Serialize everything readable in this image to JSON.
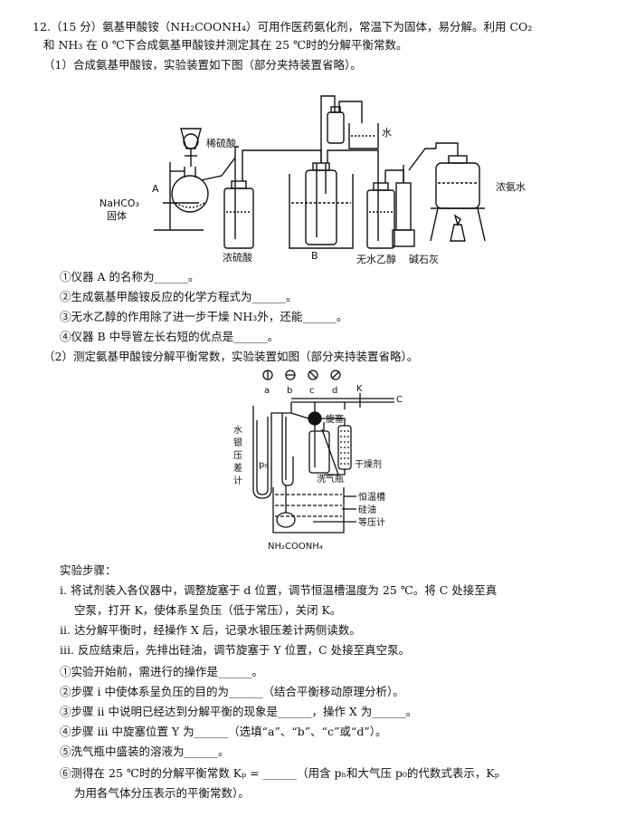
{
  "q_intro_1": "12.（15 分）氨基甲酸铵（NH₂COONH₄）可用作医药氨化剂，常温下为固体，易分解。利用 CO₂",
  "q_intro_2": "和 NH₃ 在 0 ℃下合成氨基甲酸铵并测定其在 25 ℃时的分解平衡常数。",
  "part1_title": "（1）合成氨基甲酸铵，实验装置如下图（部分夹持装置省略）。",
  "fig1": {
    "label_dilute_acid": "稀硫酸",
    "label_water": "水",
    "label_conc_ammonia": "浓氨水",
    "label_A": "A",
    "label_nahco3_1": "NaHCO₃",
    "label_nahco3_2": "固体",
    "label_conc_h2so4": "浓硫酸",
    "label_B": "B",
    "label_ethanol": "无水乙醇",
    "label_sodalime": "碱石灰"
  },
  "p1_q1": "①仪器 A 的名称为______。",
  "p1_q2": "②生成氨基甲酸铵反应的化学方程式为______。",
  "p1_q3": "③无水乙醇的作用除了进一步干燥 NH₃外，还能______。",
  "p1_q4": "④仪器 B 中导管左长右短的优点是______。",
  "part2_title": "（2）测定氨基甲酸铵分解平衡常数，实验装置如图（部分夹持装置省略）。",
  "fig2": {
    "label_a": "a",
    "label_b": "b",
    "label_c": "c",
    "label_d": "d",
    "label_K": "K",
    "label_C": "C",
    "label_valve": "旋塞",
    "label_manometer_1": "水",
    "label_manometer_2": "银",
    "label_manometer_3": "压",
    "label_manometer_4": "差",
    "label_manometer_5": "计",
    "label_p0": "p₀",
    "label_desiccant": "干燥剂",
    "label_washer": "洗气瓶",
    "label_bath": "恒温槽",
    "label_silicone": "硅油",
    "label_isobaric": "等压计",
    "label_sample": "NH₂COONH₄"
  },
  "steps_title": "实验步骤：",
  "step_i_1": "i. 将试剂装入各仪器中，调整旋塞于 d 位置，调节恒温槽温度为 25 ℃。将 C 处接至真",
  "step_i_2": "空泵，打开 K，使体系呈负压（低于常压），关闭 K。",
  "step_ii": "ii. 达分解平衡时，经操作 X 后，记录水银压差计两侧读数。",
  "step_iii": "iii. 反应结束后，先排出硅油，调节旋塞于 Y 位置，C 处接至真空泵。",
  "p2_q1": "①实验开始前，需进行的操作是______。",
  "p2_q2": "②步骤 i 中使体系呈负压的目的为______（结合平衡移动原理分析）。",
  "p2_q3": "③步骤 ii 中说明已经达到分解平衡的现象是______，操作 X 为______。",
  "p2_q4": "④步骤 iii 中旋塞位置 Y 为______（选填“a”、“b”、“c”或“d”）。",
  "p2_q5": "⑤洗气瓶中盛装的溶液为______。",
  "p2_q6_1": "⑥测得在 25 ℃时的分解平衡常数 Kₚ = ______（用含 pₕ和大气压 p₀的代数式表示，Kₚ",
  "p2_q6_2": "为用各气体分压表示的平衡常数）。"
}
